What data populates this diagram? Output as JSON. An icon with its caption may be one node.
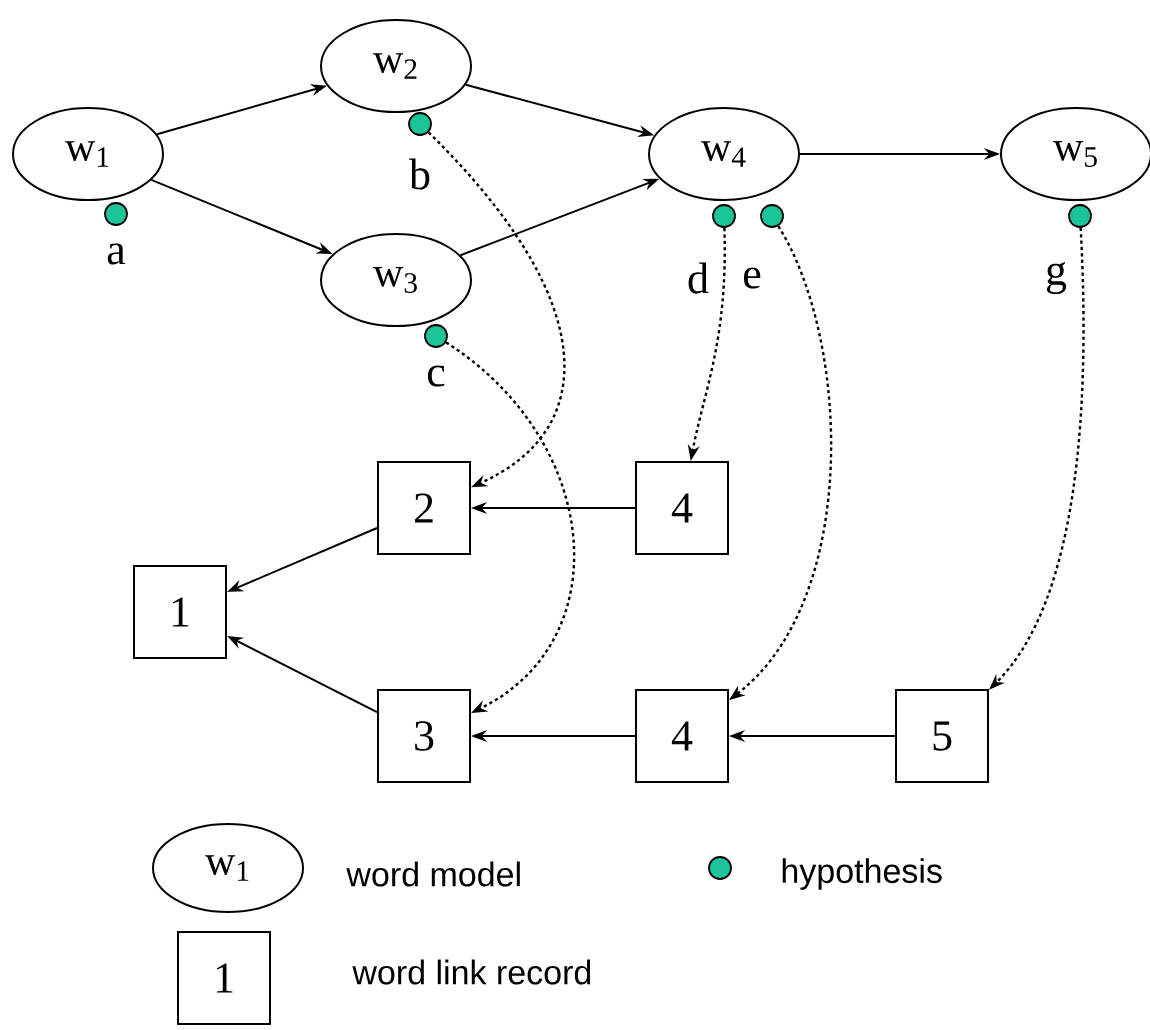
{
  "diagram": {
    "nodes": [
      {
        "text": [
          "w$_{1}$"
        ]
      },
      {
        "text": [
          "w$_{2}$"
        ]
      },
      {
        "text": [
          "w$_{3}$"
        ]
      },
      {
        "text": [
          "w$_{4}$"
        ]
      },
      {
        "text": [
          "w$_{5}$"
        ]
      },
      {
        "text": [],
        "shape": "circle",
        "beside": [
          "a"
        ]
      },
      {
        "text": [],
        "shape": "circle",
        "beside": [
          "b"
        ]
      },
      {
        "text": [],
        "shape": "circle",
        "beside": [
          "c"
        ]
      },
      {
        "text": [],
        "shape": "circle",
        "beside": [
          "d"
        ]
      },
      {
        "text": [],
        "shape": "circle",
        "beside": [
          "e"
        ]
      },
      {
        "text": [],
        "shape": "circle",
        "beside": [
          "g"
        ]
      },
      {
        "text": [
          "2"
        ]
      },
      {
        "text": [
          "4"
        ]
      },
      {
        "text": [
          "1"
        ]
      },
      {
        "text": [
          "3"
        ]
      },
      {
        "text": [
          "4"
        ]
      },
      {
        "text": [
          "5"
        ]
      }
    ],
    "edges": [
      {
        "from": 0,
        "to": 1,
        "arrow": "to"
      },
      {
        "from": 0,
        "to": 2,
        "arrow": "to"
      },
      {
        "from": 1,
        "to": 3,
        "arrow": "to"
      },
      {
        "from": 2,
        "to": 3,
        "arrow": "to"
      },
      {
        "from": 3,
        "to": 4,
        "arrow": "to"
      },
      {
        "from": 12,
        "to": 11,
        "arrow": "to"
      },
      {
        "from": 11,
        "to": 13,
        "arrow": "to"
      },
      {
        "from": 14,
        "to": 13,
        "arrow": "to"
      },
      {
        "from": 15,
        "to": 14,
        "arrow": "to"
      },
      {
        "from": 16,
        "to": 15,
        "arrow": "to"
      },
      {
        "from": 6,
        "to": 11,
        "arrow": "to",
        "style": "dashed"
      },
      {
        "from": 7,
        "to": 14,
        "arrow": "to",
        "style": "dashed"
      },
      {
        "from": 8,
        "to": 12,
        "arrow": "to",
        "style": "dashed"
      },
      {
        "from": 9,
        "to": 15,
        "arrow": "to",
        "style": "dashed"
      },
      {
        "from": 10,
        "to": 16,
        "arrow": "to",
        "style": "dashed"
      }
    ],
    "labels": [
      "w$_{1}$",
      "1"
    ],
    "legend": [
      {
        "text": "word model"
      },
      {
        "text": "hypothesis",
        "color": "#1cc49a"
      },
      {
        "text": "word link record"
      }
    ]
  }
}
